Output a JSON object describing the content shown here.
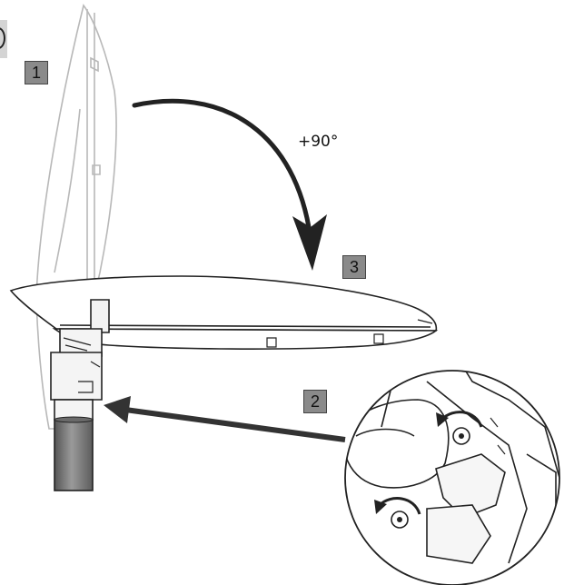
{
  "steps": {
    "step1": "1",
    "step2": "2",
    "step3": "3"
  },
  "rotation_label": "+90°",
  "colors": {
    "badge_fill": "#8a8a8a",
    "line": "#222222",
    "ghost_line": "#b3b3b3",
    "pole": "#7a7a7a",
    "arrow": "#333333"
  }
}
